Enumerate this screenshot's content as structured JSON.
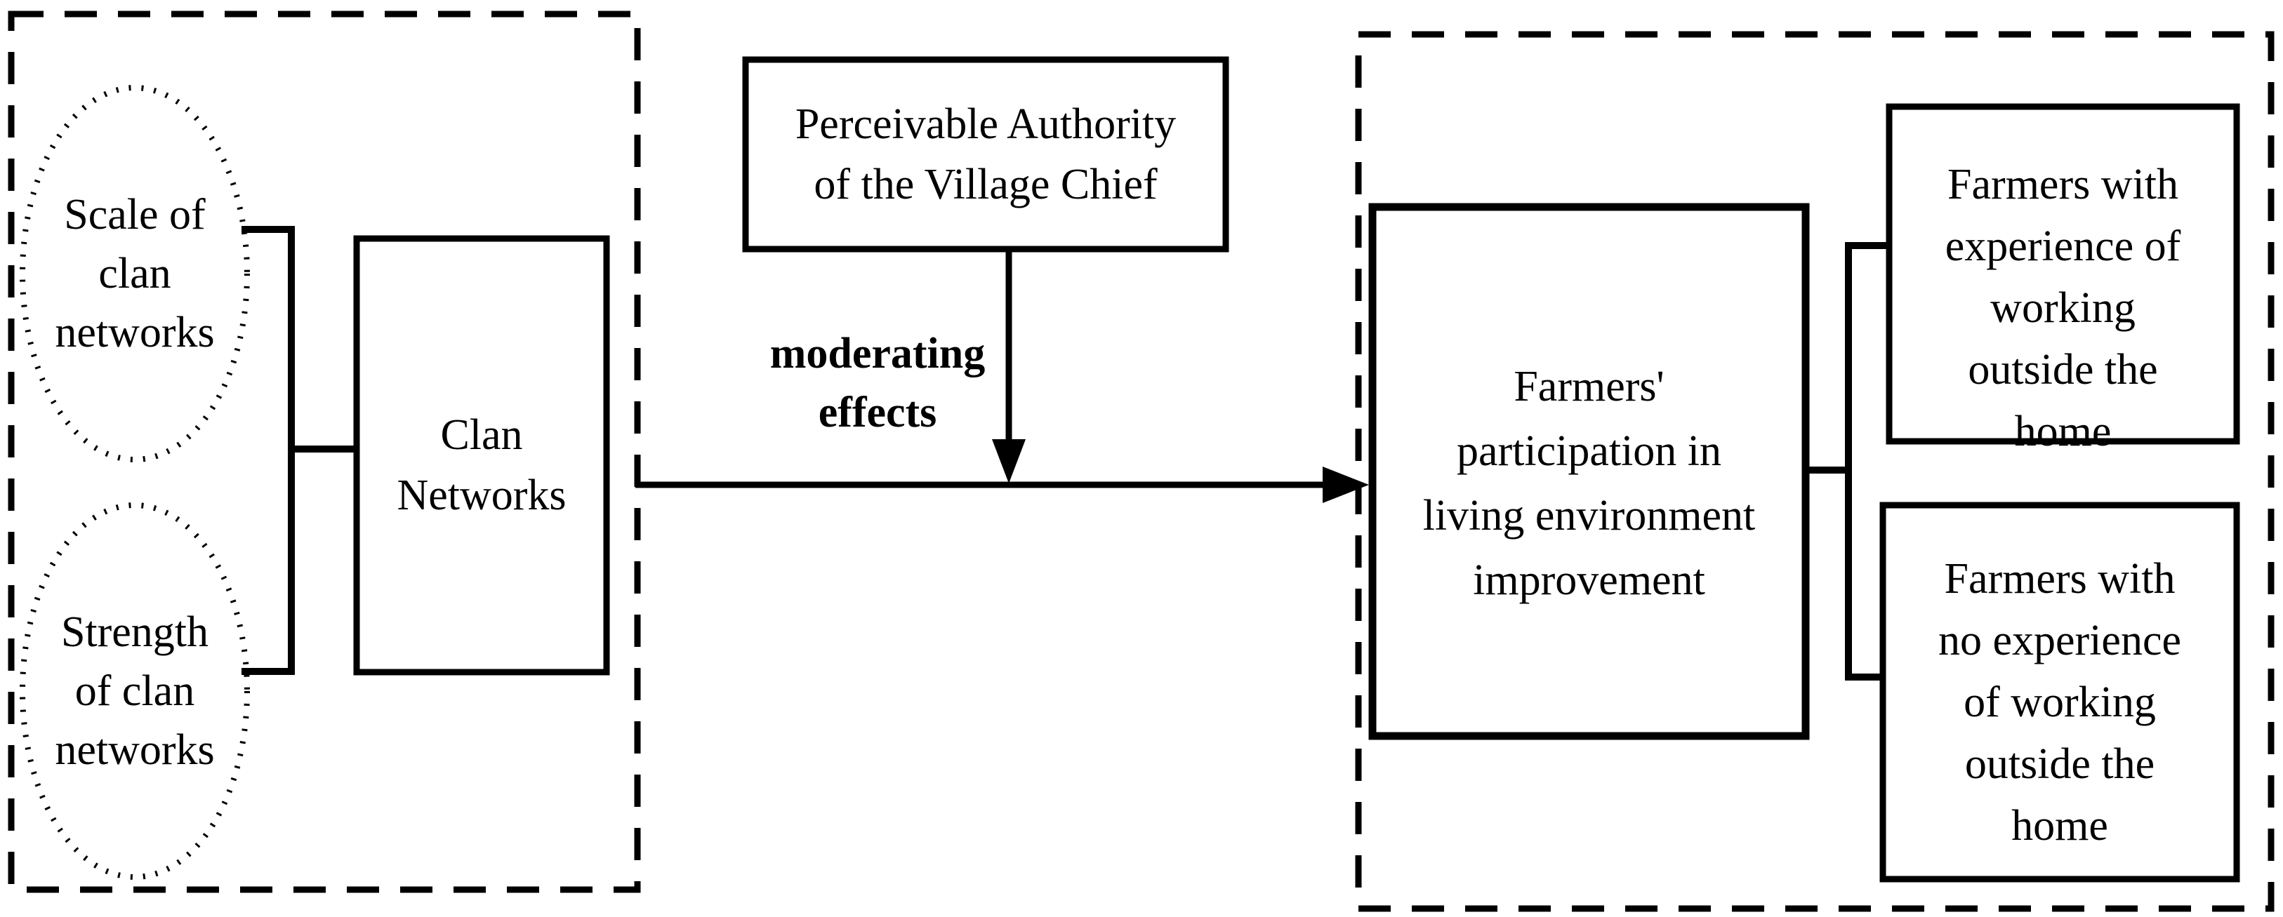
{
  "figure": {
    "type": "conceptual-path-diagram",
    "background_color": "#ffffff",
    "line_color": "#000000",
    "left_dashed_group": {
      "scale_ellipse": {
        "label": "Scale of clan networks",
        "lines": [
          "Scale of",
          "clan",
          "networks"
        ]
      },
      "strength_ellipse": {
        "label": "Strength of clan networks",
        "lines": [
          "Strength",
          "of clan",
          "networks"
        ]
      },
      "clan_networks_box": {
        "label": "Clan Networks",
        "lines": [
          "Clan",
          "Networks"
        ]
      }
    },
    "moderator": {
      "authority_box": {
        "label": "Perceivable Authority of the Village Chief",
        "lines": [
          "Perceivable Authority",
          "of the Village Chief"
        ]
      },
      "arrow_label": {
        "label": "moderating effects",
        "lines": [
          "moderating",
          "effects"
        ]
      }
    },
    "right_dashed_group": {
      "participation_box": {
        "label": "Farmers' participation in living environment improvement",
        "lines": [
          "Farmers'",
          "participation in",
          "living environment",
          "improvement"
        ]
      },
      "experience_box": {
        "label": "Farmers with experience of working outside the home",
        "lines": [
          "Farmers with",
          "experience of",
          "working",
          "outside the",
          "home"
        ]
      },
      "no_experience_box": {
        "label": "Farmers with no experience of working outside the home",
        "lines": [
          "Farmers with",
          "no experience",
          "of working",
          "outside the",
          "home"
        ]
      }
    }
  }
}
